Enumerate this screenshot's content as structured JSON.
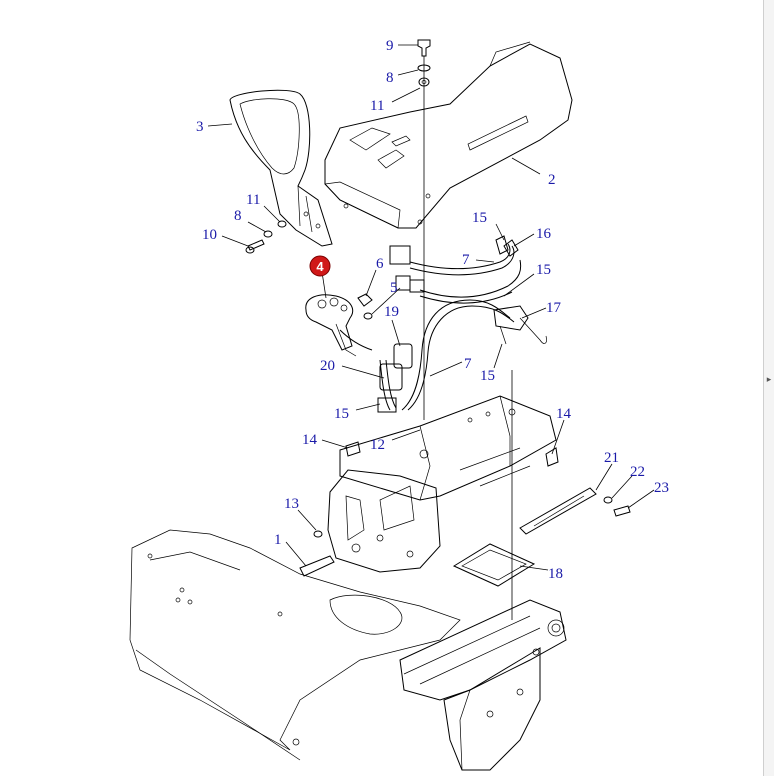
{
  "callouts": [
    {
      "id": "c9",
      "text": "9"
    },
    {
      "id": "c8a",
      "text": "8"
    },
    {
      "id": "c11a",
      "text": "11"
    },
    {
      "id": "c3",
      "text": "3"
    },
    {
      "id": "c2",
      "text": "2"
    },
    {
      "id": "c11b",
      "text": "11"
    },
    {
      "id": "c8b",
      "text": "8"
    },
    {
      "id": "c10",
      "text": "10"
    },
    {
      "id": "c15a",
      "text": "15"
    },
    {
      "id": "c16",
      "text": "16"
    },
    {
      "id": "c7a",
      "text": "7"
    },
    {
      "id": "c15b",
      "text": "15"
    },
    {
      "id": "c6",
      "text": "6"
    },
    {
      "id": "c5",
      "text": "5"
    },
    {
      "id": "c17",
      "text": "17"
    },
    {
      "id": "c19",
      "text": "19"
    },
    {
      "id": "c20",
      "text": "20"
    },
    {
      "id": "c7b",
      "text": "7"
    },
    {
      "id": "c15c",
      "text": "15"
    },
    {
      "id": "c15d",
      "text": "15"
    },
    {
      "id": "c14a",
      "text": "14"
    },
    {
      "id": "c14b",
      "text": "14"
    },
    {
      "id": "c12",
      "text": "12"
    },
    {
      "id": "c21",
      "text": "21"
    },
    {
      "id": "c22",
      "text": "22"
    },
    {
      "id": "c23",
      "text": "23"
    },
    {
      "id": "c13",
      "text": "13"
    },
    {
      "id": "c1",
      "text": "1"
    },
    {
      "id": "c18",
      "text": "18"
    }
  ],
  "highlight": {
    "text": "4",
    "color": "#d01818"
  },
  "colors": {
    "label": "#1a1aa8",
    "line": "#000000",
    "highlight": "#d01818"
  }
}
